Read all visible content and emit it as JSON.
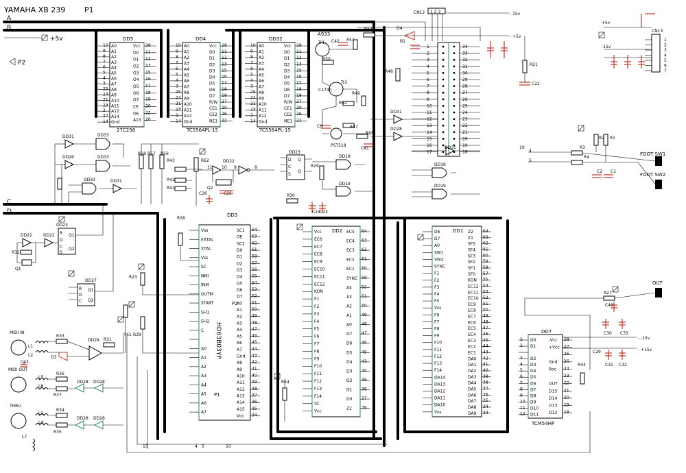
{
  "title": "YAMAHA XB 239",
  "sheet": "P1",
  "buses": [
    "A",
    "B",
    "C",
    "D"
  ],
  "supply_plus5": "+5v",
  "port_p2": "P2",
  "port_p1": "P1",
  "cn12": "CN12",
  "cn13": "CN13",
  "minus15": "- 15v",
  "plus15": "- +5v",
  "plus5_right": "+5v",
  "minus15_right": "-15v",
  "minus15_out": "- -15v",
  "plus15_out": "- +15v",
  "out": "OUT",
  "foot_sw1": "FOOT SW1",
  "foot_sw2": "FOOT SW2",
  "midi_in": "MIDI IN",
  "midi_out": "MIDI OUT",
  "thru": "THRU",
  "chips": {
    "dd5": {
      "name": "DD5",
      "part": "27C256",
      "left": [
        "A0",
        "A1",
        "A2",
        "A3",
        "A4",
        "A5",
        "A6",
        "A7",
        "A8",
        "A9",
        "A10",
        "A11",
        "A12",
        "A14",
        "Gnd"
      ],
      "lnum": [
        "10",
        "9",
        "8",
        "7",
        "6",
        "5",
        "4",
        "3",
        "25",
        "24",
        "21",
        "23",
        "2",
        "27",
        "14"
      ],
      "right": [
        "Vcc",
        "O0",
        "O1",
        "O2",
        "O3",
        "O4",
        "O5",
        "O6",
        "O7",
        "CE",
        "OE",
        "A13"
      ],
      "rnum": [
        "28",
        "11",
        "12",
        "13",
        "15",
        "16",
        "17",
        "18",
        "19",
        "20",
        "22",
        "26"
      ]
    },
    "dd4": {
      "name": "DD4",
      "part": "TC5564PL-15",
      "left": [
        "A0",
        "A1",
        "A2",
        "A3",
        "A4",
        "A5",
        "A6",
        "A7",
        "A8",
        "A9",
        "A10",
        "A11",
        "A12",
        "Gnd"
      ],
      "lnum": [
        "10",
        "9",
        "8",
        "7",
        "6",
        "5",
        "4",
        "3",
        "25",
        "24",
        "21",
        "23",
        "2",
        "14"
      ],
      "right": [
        "Vcc",
        "D0",
        "D1",
        "D2",
        "D3",
        "D4",
        "D5",
        "D6",
        "D7",
        "R/W",
        "CE1",
        "CE2",
        "NE1"
      ],
      "rnum": [
        "28",
        "11",
        "12",
        "13",
        "15",
        "16",
        "17",
        "18",
        "19",
        "27",
        "20",
        "26",
        "22"
      ]
    },
    "dd32": {
      "name": "DD32",
      "part": "TC5564PL-15",
      "left": [
        "A0",
        "A1",
        "A2",
        "A3",
        "A4",
        "A5",
        "A6",
        "A7",
        "A8",
        "A9",
        "A10",
        "A11",
        "A12",
        "Gnd"
      ],
      "lnum": [
        "10",
        "9",
        "8",
        "7",
        "6",
        "5",
        "4",
        "3",
        "25",
        "24",
        "21",
        "23",
        "2",
        "14"
      ],
      "right": [
        "Vcc",
        "D0",
        "D1",
        "D2",
        "D3",
        "D4",
        "D5",
        "D6",
        "D7",
        "R/W",
        "CE1",
        "CE2",
        "NE1"
      ],
      "rnum": [
        "28",
        "11",
        "12",
        "13",
        "15",
        "16",
        "17",
        "18",
        "19",
        "27",
        "20",
        "26",
        "22"
      ]
    },
    "dd3": {
      "name": "DD3",
      "part": "HD63B03YP",
      "left": [
        "Vss",
        "EXTAL",
        "XTAL",
        "Vss",
        "SC",
        "NMI",
        "INM",
        "OUTM",
        "START",
        "SH1",
        "SH2",
        "C",
        "",
        "A0",
        "A1",
        "A2",
        "A3",
        "A4",
        "A5",
        "A6",
        "A7"
      ],
      "right": [
        "SC1",
        "OE",
        "SC2",
        "D0",
        "D1",
        "D2",
        "D3",
        "D4",
        "D5",
        "D6",
        "D7",
        "A0",
        "A1",
        "A2",
        "A3",
        "A4",
        "A5",
        "A6",
        "A7",
        "Gnd",
        "A8",
        "A9",
        "A10",
        "A11",
        "A12",
        "A13",
        "A14",
        "A15",
        "Vcc"
      ]
    },
    "dd2": {
      "name": "DD2",
      "left": [
        "Vcc",
        "EC6",
        "EC7",
        "EC8",
        "EC9",
        "EC10",
        "EC11",
        "EC12",
        "KON",
        "F1",
        "F2",
        "F3",
        "F4",
        "F5",
        "F6",
        "F7",
        "F8",
        "F9",
        "F10",
        "F11",
        "F12",
        "F13",
        "F14",
        "SC",
        "Vcc"
      ],
      "right": [
        "EC5",
        "EC4",
        "EC3",
        "EC2",
        "EC1",
        "SYNC",
        "A4",
        "A3",
        "A2",
        "A1",
        "A0",
        "D7",
        "D6",
        "D5",
        "D4",
        "D3",
        "D2",
        "D1",
        "D0",
        "Z2"
      ]
    },
    "dd1": {
      "name": "DD1",
      "left": [
        "D6",
        "D7",
        "A0",
        "SW1",
        "SW2",
        "SYNC",
        "F1",
        "F2",
        "F3",
        "F4",
        "F5",
        "Vss",
        "F6",
        "F7",
        "F8",
        "F9",
        "F10",
        "F11",
        "F12",
        "F13",
        "F14",
        "DA14",
        "DA13",
        "DA12",
        "DA11",
        "DA10",
        "Vss"
      ],
      "right": [
        "Z2",
        "Z1",
        "SF5",
        "SF4",
        "SF3",
        "SF2",
        "SF1",
        "SF0",
        "KON",
        "EC12",
        "EC11",
        "EC10",
        "EC9",
        "EC8",
        "EC7",
        "EC6",
        "EC5",
        "EC4",
        "EC3",
        "EC2",
        "EC1",
        "DA0",
        "DA1",
        "DA2",
        "DA3",
        "DA4",
        "DA5",
        "DA6",
        "DA7",
        "DA8",
        "DA9"
      ]
    },
    "dd7": {
      "name": "DD7",
      "part": "TCM54HP",
      "left": [
        "D0",
        "D1",
        "",
        "D2",
        "D3",
        "D4",
        "D5",
        "D6",
        "D7",
        "D8",
        "D9",
        "D10",
        "D11"
      ],
      "right": [
        "-Vcc",
        "+Vcc",
        "",
        "Gnd",
        "Roc",
        "",
        "OUT",
        "D15",
        "D14",
        "D13",
        "D12"
      ]
    }
  },
  "small_chips": [
    "DD23",
    "DD23",
    "DD27"
  ],
  "gates": [
    "DD31",
    "DD33",
    "DD26",
    "DD33",
    "DD33",
    "DD31",
    "DD22",
    "DD19",
    "DD19",
    "DD31",
    "DD28",
    "DD31",
    "DD19",
    "DD19",
    "DD22",
    "DD22",
    "DD29",
    "DD28",
    "DD28",
    "DD28",
    "DD28"
  ],
  "transistors": [
    "A933",
    "Tr1",
    "Tr2",
    "C1740",
    "PST518"
  ],
  "resistors": [
    "R53",
    "R51",
    "R50",
    "R52",
    "R49",
    "R47",
    "R55",
    "R48",
    "R21",
    "R2",
    "R1",
    "R3",
    "R4",
    "R58",
    "R57",
    "R56",
    "R62",
    "R43",
    "R42",
    "R41",
    "R38",
    "R29",
    "R30",
    "R32",
    "R23",
    "R61",
    "R39",
    "R31",
    "R33",
    "R36",
    "R37",
    "R34",
    "R35",
    "R54",
    "R27",
    "R44"
  ],
  "caps": [
    "C42",
    "C41",
    "C6",
    "C22",
    "C2",
    "C1",
    "C26",
    "C25",
    "C24",
    "C23",
    "C43",
    "C40",
    "C30",
    "C33",
    "C29",
    "C31",
    "C32"
  ],
  "inductors": [
    "L1",
    "L2",
    "L5",
    "L6",
    "L3",
    "L4",
    "L7"
  ],
  "diodes": [
    "D4",
    "B1",
    "D3"
  ],
  "crystals": [
    "Q1",
    "Q2"
  ],
  "labels": {
    "vcc_net": "Vcc",
    "gnd_net": "Gnd"
  }
}
